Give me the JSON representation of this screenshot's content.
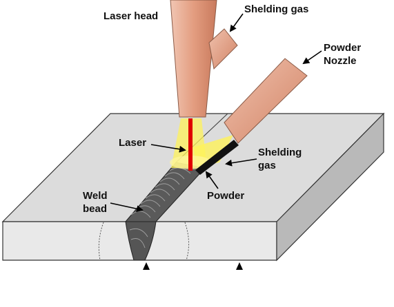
{
  "labels": {
    "laser_head": "Laser head",
    "shielding_gas_top": "Shelding gas",
    "powder_nozzle_line1": "Powder",
    "powder_nozzle_line2": "Nozzle",
    "laser": "Laser",
    "shielding_gas_side_line1": "Shelding",
    "shielding_gas_side_line2": "gas",
    "powder": "Powder",
    "weld_bead_line1": "Weld",
    "weld_bead_line2": "bead"
  },
  "colors": {
    "plate_top": "#dcdcdc",
    "plate_front": "#e8e8e8",
    "plate_side": "#b9b9b9",
    "nozzle": "#e8a98f",
    "laser_beam": "#e00000",
    "glow": "#fff35a",
    "weld_bead": "#555555",
    "powder_stream": "#111111"
  }
}
